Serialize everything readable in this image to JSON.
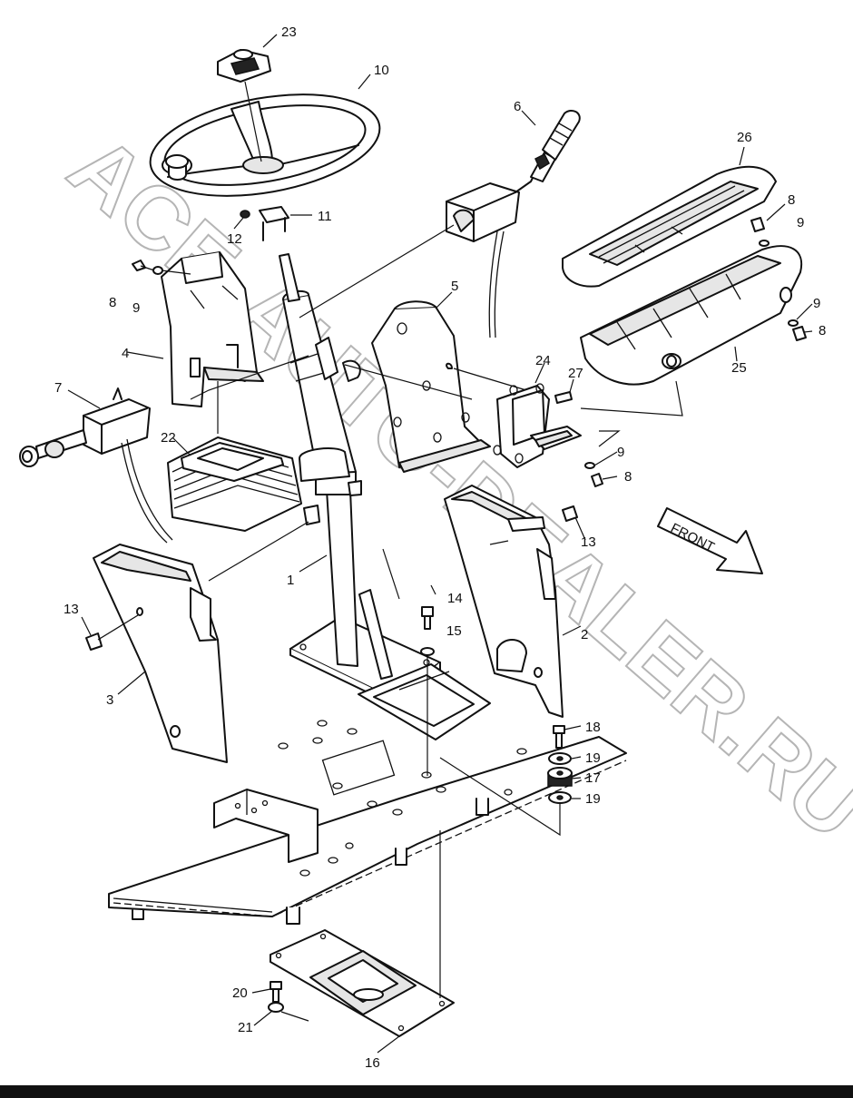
{
  "watermark": "ACE-AUTO-DEALER.RU",
  "front_label": "FRONT",
  "callouts": [
    "23",
    "10",
    "6",
    "26",
    "8",
    "9",
    "11",
    "12",
    "8",
    "9",
    "5",
    "24",
    "27",
    "4",
    "7",
    "22",
    "9",
    "8",
    "9",
    "8",
    "25",
    "13",
    "1",
    "14",
    "15",
    "2",
    "13",
    "3",
    "18",
    "19",
    "17",
    "19",
    "20",
    "21",
    "16"
  ],
  "colors": {
    "line": "#111111",
    "watermark": "#b5b5b5",
    "background": "#ffffff"
  }
}
